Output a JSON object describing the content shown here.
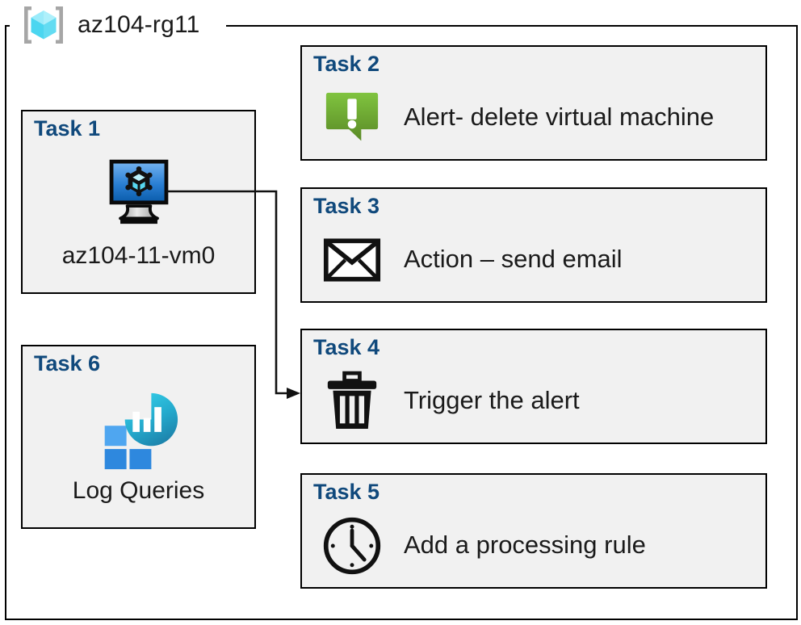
{
  "diagram": {
    "resource_group": {
      "name": "az104-rg11",
      "icon": "resource-group-cube-icon"
    },
    "colors": {
      "task_title": "#10497c",
      "card_fill": "#f1f1f1",
      "card_border": "#000000",
      "alert_green_light": "#84c340",
      "alert_green_dark": "#5c8727",
      "vm_blue_light": "#5ea3e8",
      "vm_blue_dark": "#0f62b0",
      "log_cyan": "#32c8e6",
      "log_teal": "#1b7fa8",
      "log_square_light": "#4aa3ef",
      "log_square_dark": "#2a87dd",
      "rg_cube_cyan": "#7fe3f6",
      "rg_bracket_gray": "#a6a6a6"
    },
    "cards": [
      {
        "id": "task1",
        "title": "Task 1",
        "label": "az104-11-vm0",
        "icon": "virtual-machine-icon",
        "layout": "tall"
      },
      {
        "id": "task6",
        "title": "Task 6",
        "label": "Log Queries",
        "icon": "log-analytics-icon",
        "layout": "tall"
      },
      {
        "id": "task2",
        "title": "Task 2",
        "label": "Alert- delete virtual machine",
        "icon": "alert-bubble-icon",
        "layout": "wide"
      },
      {
        "id": "task3",
        "title": "Task 3",
        "label": "Action – send email",
        "icon": "envelope-icon",
        "layout": "wide"
      },
      {
        "id": "task4",
        "title": "Task 4",
        "label": "Trigger the alert",
        "icon": "trash-delete-icon",
        "layout": "wide"
      },
      {
        "id": "task5",
        "title": "Task 5",
        "label": "Add a processing rule",
        "icon": "clock-icon",
        "layout": "wide"
      }
    ],
    "connector": {
      "from": "task1-virtual-machine-icon",
      "to": "task4-card",
      "arrow": "arrowhead-right"
    }
  }
}
